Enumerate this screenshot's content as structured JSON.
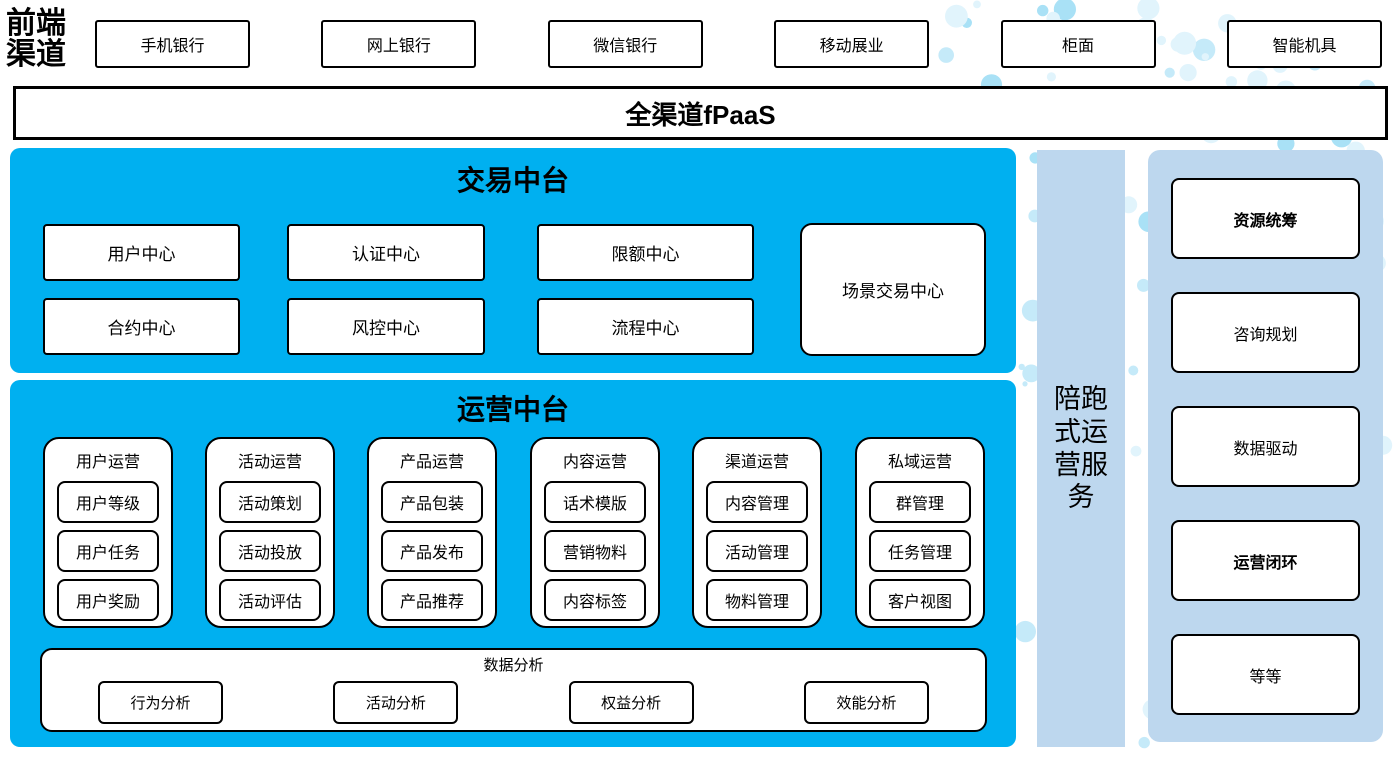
{
  "front_channels": {
    "label": "前端渠道",
    "items": [
      "手机银行",
      "网上银行",
      "微信银行",
      "移动展业",
      "柜面",
      "智能机具"
    ]
  },
  "fpaas": {
    "label": "全渠道fPaaS"
  },
  "transaction": {
    "title": "交易中台",
    "row1": [
      "用户中心",
      "认证中心",
      "限额中心"
    ],
    "row2": [
      "合约中心",
      "风控中心",
      "流程中心"
    ],
    "scene_box": "场景交易中心"
  },
  "operations": {
    "title": "运营中台",
    "columns": [
      {
        "title": "用户运营",
        "items": [
          "用户等级",
          "用户任务",
          "用户奖励"
        ]
      },
      {
        "title": "活动运营",
        "items": [
          "活动策划",
          "活动投放",
          "活动评估"
        ]
      },
      {
        "title": "产品运营",
        "items": [
          "产品包装",
          "产品发布",
          "产品推荐"
        ]
      },
      {
        "title": "内容运营",
        "items": [
          "话术模版",
          "营销物料",
          "内容标签"
        ]
      },
      {
        "title": "渠道运营",
        "items": [
          "内容管理",
          "活动管理",
          "物料管理"
        ]
      },
      {
        "title": "私域运营",
        "items": [
          "群管理",
          "任务管理",
          "客户视图"
        ]
      }
    ],
    "analysis": {
      "title": "数据分析",
      "items": [
        "行为分析",
        "活动分析",
        "权益分析",
        "效能分析"
      ]
    }
  },
  "service_bar": {
    "label": "陪跑式运营服务"
  },
  "service_panel": {
    "items": [
      {
        "label": "资源统筹",
        "bold": true
      },
      {
        "label": "咨询规划",
        "bold": false
      },
      {
        "label": "数据驱动",
        "bold": false
      },
      {
        "label": "运营闭环",
        "bold": true
      },
      {
        "label": "等等",
        "bold": false
      }
    ]
  },
  "colors": {
    "primary_blue": "#00B0F0",
    "light_blue": "#BDD7EE",
    "dot_pale": "#E1F4FC",
    "dot_light": "#C5EAF9",
    "dot_medium": "#A9E1F6",
    "border_black": "#000000"
  }
}
